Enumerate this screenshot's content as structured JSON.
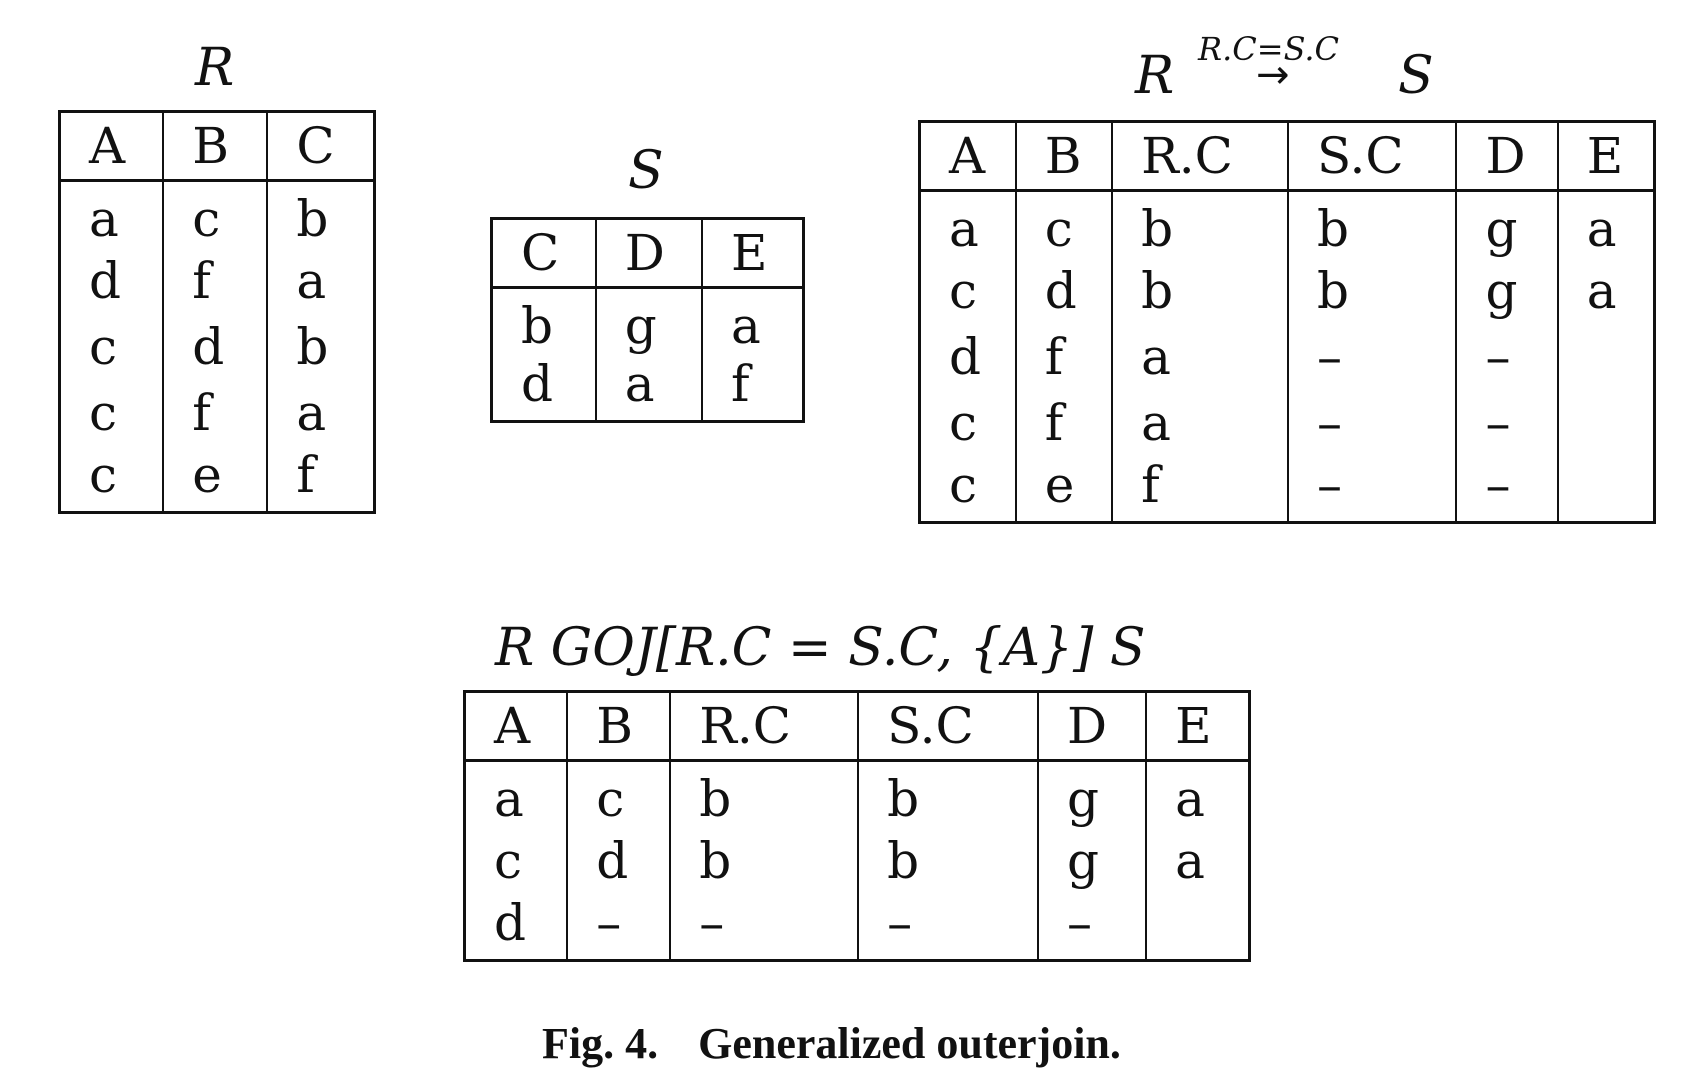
{
  "tables": {
    "r": {
      "title": "R",
      "columns": [
        "A",
        "B",
        "C"
      ],
      "rows": [
        [
          "a",
          "c",
          "b"
        ],
        [
          "d",
          "f",
          "a"
        ],
        [
          "c",
          "d",
          "b"
        ],
        [
          "c",
          "f",
          "a"
        ],
        [
          "c",
          "e",
          "f"
        ]
      ]
    },
    "s": {
      "title": "S",
      "columns": [
        "C",
        "D",
        "E"
      ],
      "rows": [
        [
          "b",
          "g",
          "a"
        ],
        [
          "d",
          "a",
          "f"
        ]
      ]
    },
    "outerjoin": {
      "left": "R",
      "condition": "R.C=S.C",
      "arrow": "→",
      "right": "S",
      "columns": [
        "A",
        "B",
        "R.C",
        "S.C",
        "D",
        "E"
      ],
      "rows": [
        [
          "a",
          "c",
          "b",
          "b",
          "g",
          "a"
        ],
        [
          "c",
          "d",
          "b",
          "b",
          "g",
          "a"
        ],
        [
          "d",
          "f",
          "a",
          "–",
          "–",
          ""
        ],
        [
          "c",
          "f",
          "a",
          "–",
          "–",
          ""
        ],
        [
          "c",
          "e",
          "f",
          "–",
          "–",
          ""
        ]
      ]
    },
    "goj": {
      "title": "R GOJ[R.C = S.C, {A}] S",
      "columns": [
        "A",
        "B",
        "R.C",
        "S.C",
        "D",
        "E"
      ],
      "rows": [
        [
          "a",
          "c",
          "b",
          "b",
          "g",
          "a"
        ],
        [
          "c",
          "d",
          "b",
          "b",
          "g",
          "a"
        ],
        [
          "d",
          "–",
          "–",
          "–",
          "–",
          ""
        ]
      ]
    }
  },
  "caption": {
    "label": "Fig. 4.",
    "text": "Generalized outerjoin."
  }
}
